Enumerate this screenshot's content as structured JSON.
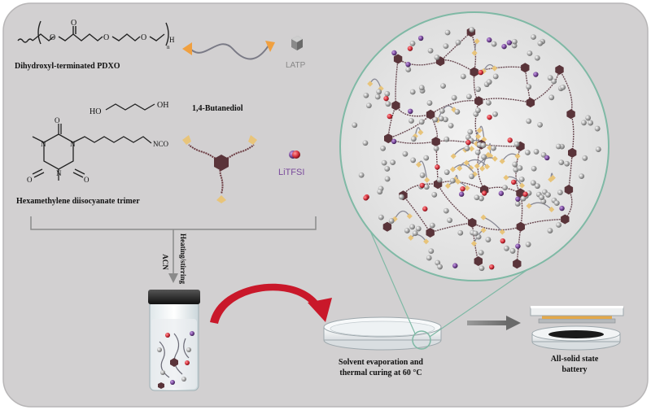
{
  "reagents": {
    "pdxo_label": "Dihydroxyl-terminated PDXO",
    "latp_label": "LATP",
    "butanediol_label": "1,4-Butanediol",
    "hdi_trimer_label": "Hexamethylene diisocyanate trimer",
    "litfsi_label": "LiTFSI",
    "pdxo_subscript": "n",
    "pdxo_end": "H",
    "ho_left": "HO",
    "oh_right": "OH",
    "nco": "NCO",
    "atom_n": "N",
    "atom_o": "O"
  },
  "process": {
    "solvent_label": "ACN",
    "conditions_label": "Heating/stirring",
    "curing_label_line1": "Solvent evaporation and",
    "curing_label_line2": "thermal curing at 60 °C",
    "battery_label_line1": "All-solid state",
    "battery_label_line2": "battery"
  },
  "colors": {
    "background_panel": "#d2d0d1",
    "hub": "#5a343a",
    "end_cap": "#e8c47a",
    "latp_particle": "#9a9a9a",
    "li_ion": "#d8333f",
    "tfsi_ion": "#7a4a9c",
    "arrow_red": "#c9182a",
    "zoom_circle": "#7fb9a5",
    "pdxo_arrowheads": "#f0a040"
  }
}
